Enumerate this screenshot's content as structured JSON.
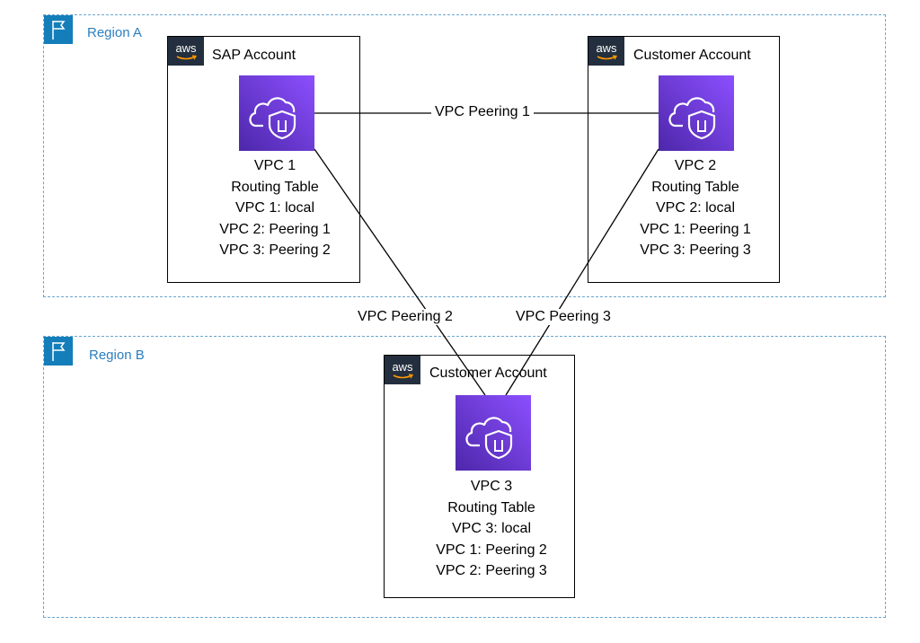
{
  "regions": [
    {
      "label": "Region A"
    },
    {
      "label": "Region B"
    }
  ],
  "accounts": [
    {
      "name": "SAP Account",
      "logo_text": "aws",
      "vpc": {
        "title": "VPC 1",
        "table_title": "Routing Table",
        "routes": [
          "VPC 1: local",
          "VPC 2: Peering 1",
          "VPC 3: Peering 2"
        ]
      }
    },
    {
      "name": "Customer Account",
      "logo_text": "aws",
      "vpc": {
        "title": "VPC 2",
        "table_title": "Routing Table",
        "routes": [
          "VPC 2: local",
          "VPC 1: Peering 1",
          "VPC 3: Peering 3"
        ]
      }
    },
    {
      "name": "Customer Account",
      "logo_text": "aws",
      "vpc": {
        "title": "VPC 3",
        "table_title": "Routing Table",
        "routes": [
          "VPC 3: local",
          "VPC 1: Peering 2",
          "VPC 2: Peering 3"
        ]
      }
    }
  ],
  "peerings": [
    {
      "label": "VPC Peering 1"
    },
    {
      "label": "VPC Peering 2"
    },
    {
      "label": "VPC Peering 3"
    }
  ],
  "colors": {
    "region_border": "#6aa6cf",
    "region_flag": "#147eba",
    "region_label": "#2b7fc1",
    "aws_logo_bg": "#232f3e",
    "vpc_icon_dark": "#4d27aa",
    "vpc_icon_light": "#8c4fff"
  },
  "icons": {
    "region": "flag-icon",
    "aws": "aws-logo-icon",
    "vpc": "vpc-cloud-shield-icon"
  }
}
